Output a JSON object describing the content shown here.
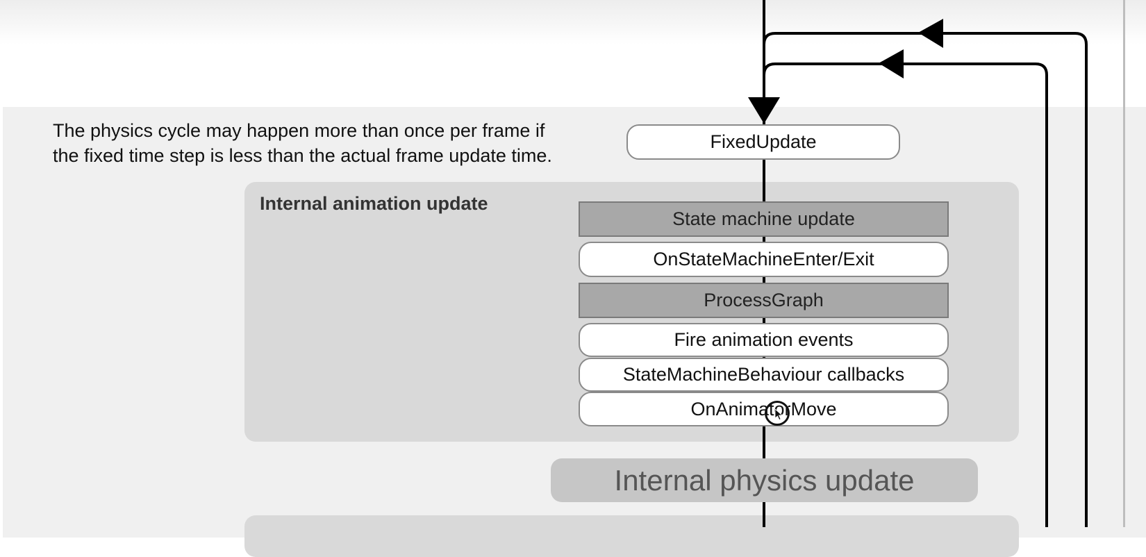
{
  "note": {
    "line1": "The physics cycle may happen more than once per frame if",
    "line2": "the fixed time step is less than the actual frame update time."
  },
  "animation_group": {
    "title": "Internal animation update"
  },
  "nodes": {
    "fixed_update": "FixedUpdate",
    "state_machine_update": "State machine update",
    "on_state_machine_enter_exit": "OnStateMachineEnter/Exit",
    "process_graph": "ProcessGraph",
    "fire_animation_events": "Fire animation events",
    "state_machine_behaviour_callbacks": "StateMachineBehaviour callbacks",
    "on_animator_move": "OnAnimatorMove",
    "internal_physics_update": "Internal physics update"
  },
  "colors": {
    "line": "#000000",
    "panel": "#f0f0f0",
    "group": "#d9d9d9",
    "process_box": "#a8a8a8",
    "physics_box": "#c6c6c6"
  },
  "icons": {
    "cursor": "pointer-cursor-icon",
    "arrow": "triangle-arrow-icon"
  }
}
